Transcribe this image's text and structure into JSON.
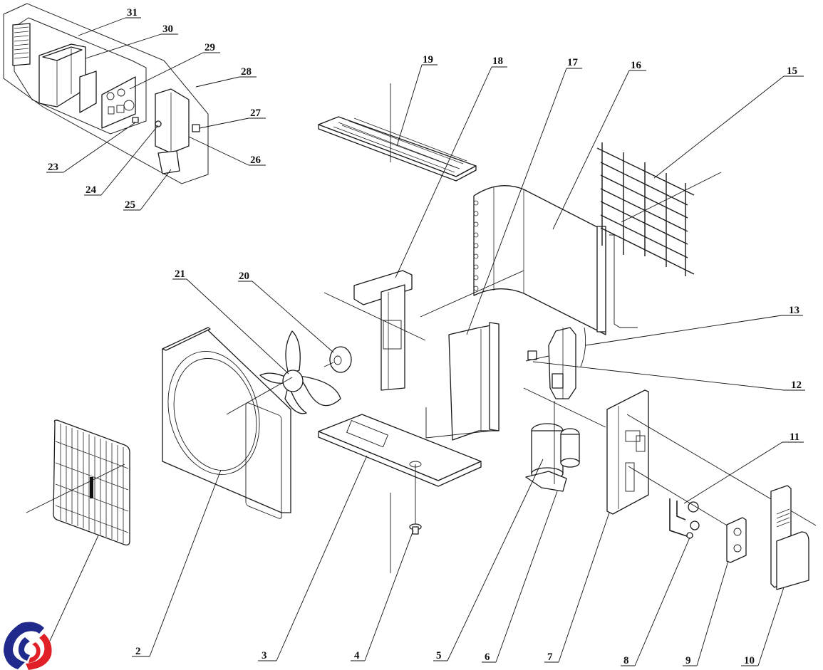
{
  "diagram": {
    "type": "exploded-parts-view",
    "subject": "Air conditioner outdoor unit",
    "logo": {
      "name": "brand-swirl-logo",
      "colors": {
        "blue": "#1f2a8c",
        "red": "#e01f26"
      }
    },
    "callouts": [
      {
        "id": "2",
        "part": "front-panel"
      },
      {
        "id": "3",
        "part": "base-plate"
      },
      {
        "id": "4",
        "part": "drain-joint"
      },
      {
        "id": "5",
        "part": "compressor"
      },
      {
        "id": "6",
        "part": "compressor-foot"
      },
      {
        "id": "7",
        "part": "right-side-panel"
      },
      {
        "id": "8",
        "part": "valve-assembly"
      },
      {
        "id": "9",
        "part": "valve-support"
      },
      {
        "id": "10",
        "part": "right-handle-cover"
      },
      {
        "id": "11",
        "part": "valve-pipe"
      },
      {
        "id": "12",
        "part": "reactor"
      },
      {
        "id": "13",
        "part": "pipe-assembly"
      },
      {
        "id": "15",
        "part": "rear-grille"
      },
      {
        "id": "16",
        "part": "condenser"
      },
      {
        "id": "17",
        "part": "partition-plate"
      },
      {
        "id": "18",
        "part": "motor-support"
      },
      {
        "id": "19",
        "part": "top-cover"
      },
      {
        "id": "20",
        "part": "fan-motor"
      },
      {
        "id": "21",
        "part": "axial-fan"
      },
      {
        "id": "23",
        "part": "terminal"
      },
      {
        "id": "24",
        "part": "magnetic-ring"
      },
      {
        "id": "25",
        "part": "electric-box-cover"
      },
      {
        "id": "26",
        "part": "terminal-block"
      },
      {
        "id": "27",
        "part": "wire-clip"
      },
      {
        "id": "28",
        "part": "electric-box-assembly"
      },
      {
        "id": "29",
        "part": "main-control-board"
      },
      {
        "id": "30",
        "part": "electric-box"
      },
      {
        "id": "31",
        "part": "heat-sink"
      }
    ]
  }
}
